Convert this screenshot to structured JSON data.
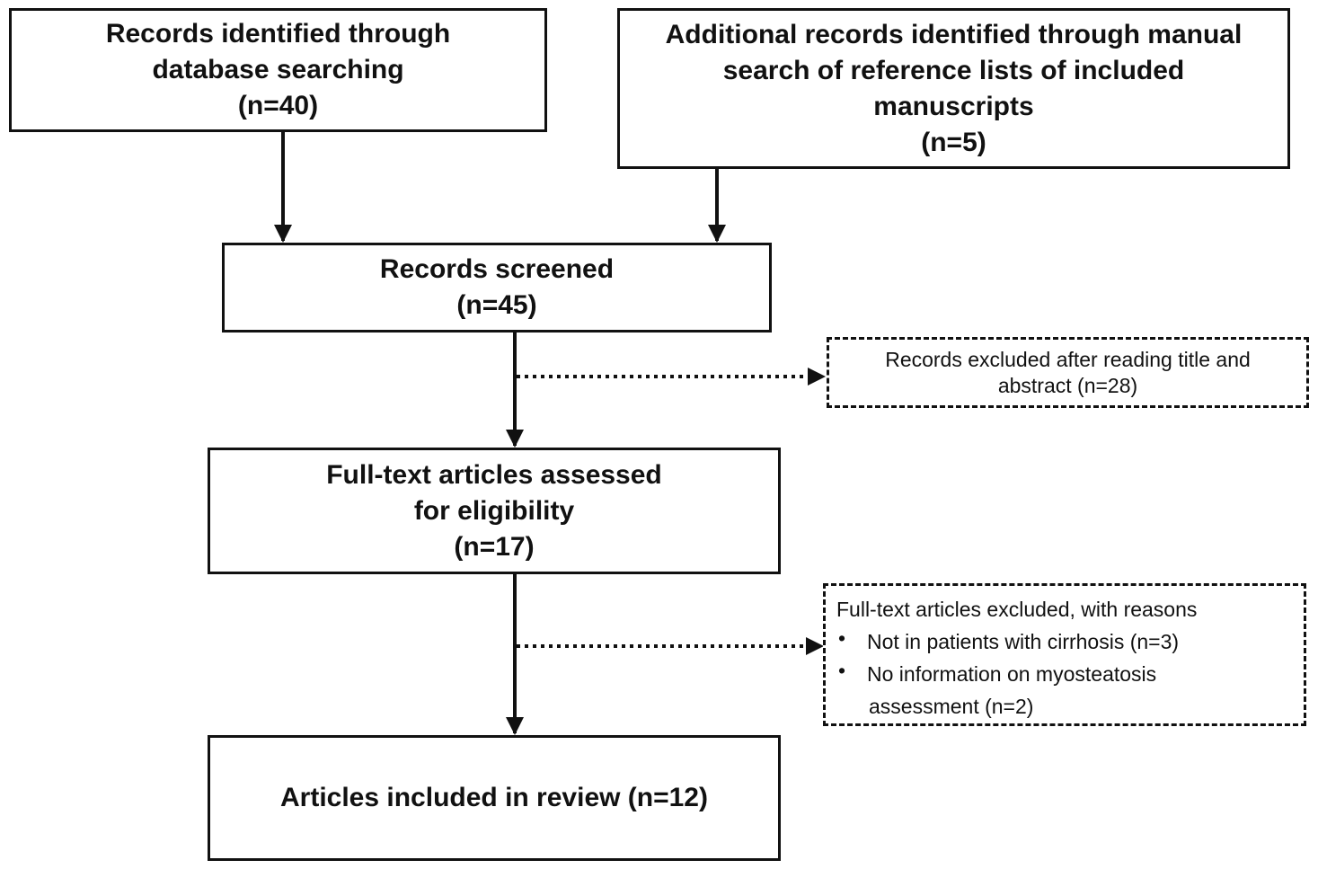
{
  "boxes": {
    "database": {
      "lines": [
        "Records identified through",
        "database searching",
        "(n=40)"
      ]
    },
    "manual": {
      "lines": [
        "Additional records identified through manual",
        "search of reference lists of included",
        "manuscripts",
        "(n=5)"
      ]
    },
    "screened": {
      "lines": [
        "Records screened",
        "(n=45)"
      ]
    },
    "excluded_title": {
      "lines": [
        "Records excluded after reading title and",
        "abstract (n=28)"
      ]
    },
    "fulltext": {
      "lines": [
        "Full-text articles assessed",
        "for eligibility",
        "(n=17)"
      ]
    },
    "excluded_fulltext": {
      "heading": "Full-text articles excluded, with reasons",
      "bullet_symbol": "•",
      "reasons": [
        {
          "lines": [
            "Not in patients with cirrhosis (n=3)"
          ]
        },
        {
          "lines": [
            "No information on myosteatosis",
            "assessment (n=2)"
          ]
        }
      ]
    },
    "included": {
      "lines": [
        "Articles included in review (n=12)"
      ]
    }
  },
  "colors": {
    "stroke": "#111111",
    "background": "#ffffff"
  }
}
